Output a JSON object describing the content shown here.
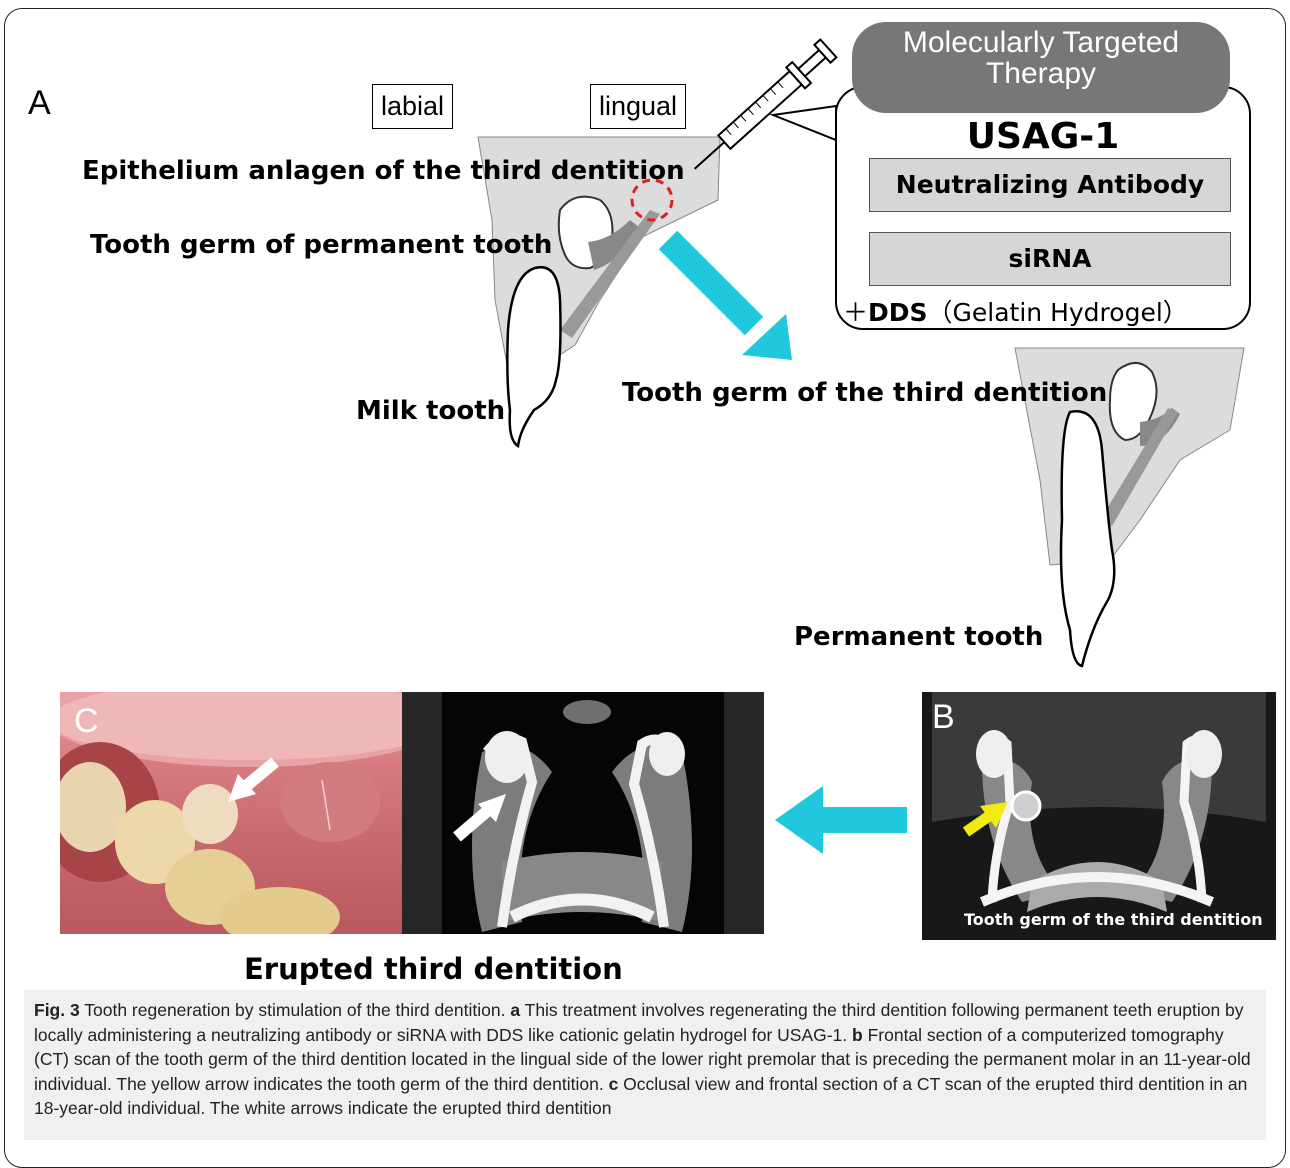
{
  "panel_a": {
    "letter": "A",
    "labial_label": "labial",
    "lingual_label": "lingual",
    "epithelium_label": "Epithelium anlagen of the third dentition",
    "tooth_germ_permanent_label": "Tooth germ of permanent tooth",
    "milk_tooth_label": "Milk tooth",
    "tooth_germ_third_label": "Tooth germ of the third dentition",
    "permanent_tooth_label": "Permanent tooth"
  },
  "therapy": {
    "header_line1": "Molecularly Targeted",
    "header_line2": "Therapy",
    "target": "USAG-1",
    "option1": "Neutralizing Antibody",
    "option2": "siRNA",
    "dds_prefix": "＋",
    "dds_bold": "DDS",
    "dds_rest": "（Gelatin Hydrogel）"
  },
  "panel_b": {
    "letter": "B",
    "inner_label": "Tooth germ of the third dentition"
  },
  "panel_c": {
    "letter": "C",
    "title": "Erupted third dentition"
  },
  "caption": {
    "fig_label": "Fig. 3",
    "title": " Tooth regeneration by stimulation of the third dentition. ",
    "a_letter": "a",
    "a_text": " This treatment involves regenerating the third dentition following permanent teeth eruption by locally administering a neutralizing antibody or siRNA with DDS like cationic gelatin hydrogel for USAG-1. ",
    "b_letter": "b",
    "b_text": " Frontal section of a computerized tomography (CT) scan of the tooth germ of the third dentition located in the lingual side of the lower right premolar that is preceding the permanent molar in an 11-year-old individual. The yellow arrow indicates the tooth germ of the third dentition. ",
    "c_letter": "c",
    "c_text": " Occlusal view and frontal section of a CT scan of the erupted third dentition in an 18-year-old individual. The white arrows indicate the erupted third dentition"
  },
  "colors": {
    "arrow_cyan": "#1fc8dc",
    "pill_gray": "#777777",
    "box_gray": "#d6d6d6",
    "tissue_gray": "#dcdcdc",
    "highlight_red": "#e0201c",
    "arrow_yellow": "#f2ea10"
  }
}
